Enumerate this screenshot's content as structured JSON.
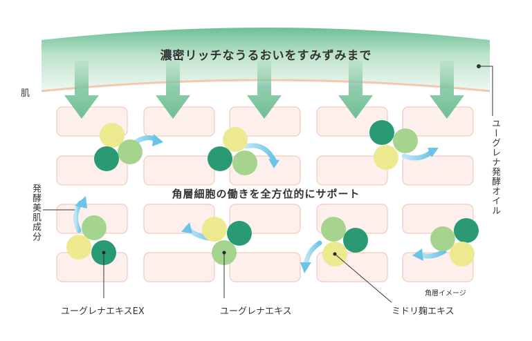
{
  "headline": "濃密リッチなうるおいをすみずみまで",
  "skin_label": "肌",
  "oil_label": "ユーグレナ発酵オイル",
  "ingredient_label": "発酵美肌成分",
  "middle_text": "角層細胞の働きを全方位的にサポート",
  "caption": "角層イメージ",
  "callouts": {
    "euglena_ex": "ユーグレナエキスEX",
    "euglena": "ユーグレナエキス",
    "midori_koji": "ミドリ麹エキス"
  },
  "colors": {
    "oil_band_top": "#6dbf96",
    "oil_band_bottom": "#e8f5ec",
    "skin_line": "#f5c6b0",
    "cell_fill": "#fdf0ec",
    "cell_stroke": "#f2c9bd",
    "arrow_green": "#7cc49e",
    "arrow_blue": "#8fd0ec",
    "sphere_dark": "#2a9a74",
    "sphere_mid": "#a4d48e",
    "sphere_yellow": "#ece98e"
  }
}
